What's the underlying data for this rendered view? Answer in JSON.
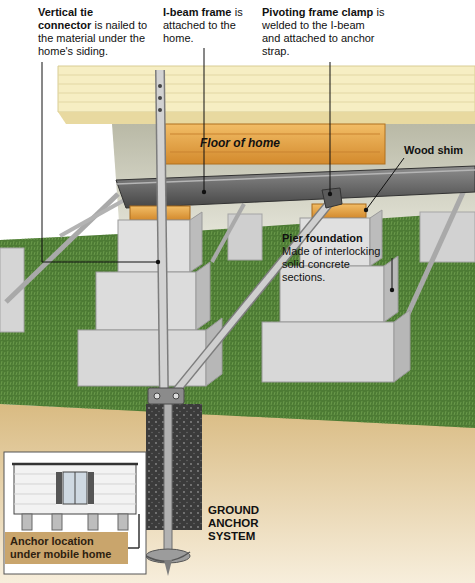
{
  "diagram": {
    "nodes": [
      {
        "text": [
          "Anchor location under mobile home"
        ]
      }
    ],
    "labels": [
      "Vertical tie connector",
      "is nailed to the material under the home's siding.",
      "I-beam frame",
      "is attached to the home.",
      "Pivoting frame clamp",
      "is welded to the I-beam and attached to anchor strap.",
      "Floor of home",
      "Wood shim",
      "Pier foundation",
      "Made of interlocking solid concrete sections.",
      "GROUND ANCHOR SYSTEM"
    ]
  }
}
